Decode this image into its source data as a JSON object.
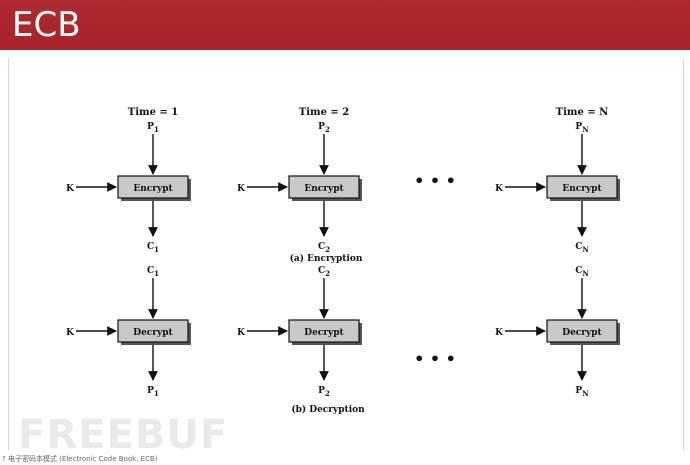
{
  "slide": {
    "title": "ECB",
    "watermark": "FREEBUF",
    "footer_text": "? 电子密码本模式 (Electronic Code Book, ECB)"
  },
  "diagram": {
    "encryption": {
      "caption": "(a) Encryption",
      "columns": [
        {
          "time": "Time = 1",
          "input": {
            "main": "P",
            "sub": "1"
          },
          "output": {
            "main": "C",
            "sub": "1"
          },
          "key": "K",
          "box": "Encrypt"
        },
        {
          "time": "Time = 2",
          "input": {
            "main": "P",
            "sub": "2"
          },
          "output": {
            "main": "C",
            "sub": "2"
          },
          "key": "K",
          "box": "Encrypt"
        },
        {
          "time": "Time = N",
          "input": {
            "main": "P",
            "sub": "N"
          },
          "output": {
            "main": "C",
            "sub": "N"
          },
          "key": "K",
          "box": "Encrypt"
        }
      ]
    },
    "decryption": {
      "caption": "(b) Decryption",
      "columns": [
        {
          "input": {
            "main": "C",
            "sub": "1"
          },
          "output": {
            "main": "P",
            "sub": "1"
          },
          "key": "K",
          "box": "Decrypt"
        },
        {
          "input": {
            "main": "C",
            "sub": "2"
          },
          "output": {
            "main": "P",
            "sub": "2"
          },
          "key": "K",
          "box": "Decrypt"
        },
        {
          "input": {
            "main": "C",
            "sub": "N"
          },
          "output": {
            "main": "P",
            "sub": "N"
          },
          "key": "K",
          "box": "Decrypt"
        }
      ]
    },
    "ellipsis": "• • •"
  }
}
